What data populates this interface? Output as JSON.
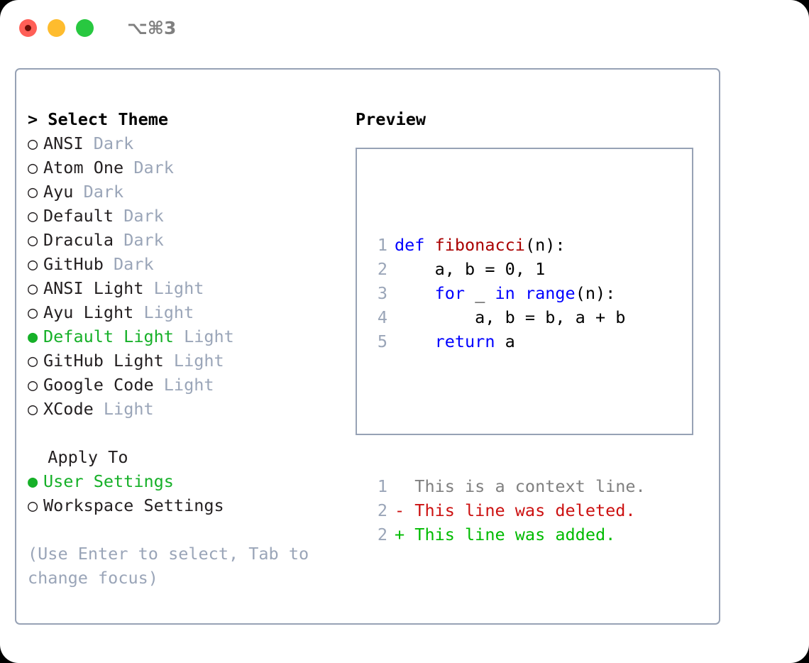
{
  "titlebar": {
    "shortcut": "⌥⌘3",
    "buttons": [
      {
        "name": "close",
        "color": "#ff5f57"
      },
      {
        "name": "minimize",
        "color": "#febc2e"
      },
      {
        "name": "zoom",
        "color": "#28c840"
      }
    ]
  },
  "theme_picker": {
    "header": "> Select Theme",
    "items": [
      {
        "bullet": "○",
        "label": "ANSI",
        "badge": "Dark",
        "selected": false
      },
      {
        "bullet": "○",
        "label": "Atom One",
        "badge": "Dark",
        "selected": false
      },
      {
        "bullet": "○",
        "label": "Ayu",
        "badge": "Dark",
        "selected": false
      },
      {
        "bullet": "○",
        "label": "Default",
        "badge": "Dark",
        "selected": false
      },
      {
        "bullet": "○",
        "label": "Dracula",
        "badge": "Dark",
        "selected": false
      },
      {
        "bullet": "○",
        "label": "GitHub",
        "badge": "Dark",
        "selected": false
      },
      {
        "bullet": "○",
        "label": "ANSI Light",
        "badge": "Light",
        "selected": false
      },
      {
        "bullet": "○",
        "label": "Ayu Light",
        "badge": "Light",
        "selected": false
      },
      {
        "bullet": "●",
        "label": "Default Light",
        "badge": "Light",
        "selected": true
      },
      {
        "bullet": "○",
        "label": "GitHub Light",
        "badge": "Light",
        "selected": false
      },
      {
        "bullet": "○",
        "label": "Google Code",
        "badge": "Light",
        "selected": false
      },
      {
        "bullet": "○",
        "label": "XCode",
        "badge": "Light",
        "selected": false
      }
    ]
  },
  "apply_to": {
    "header": "  Apply To",
    "items": [
      {
        "bullet": "●",
        "label": "User Settings",
        "selected": true
      },
      {
        "bullet": "○",
        "label": "Workspace Settings",
        "selected": false
      }
    ]
  },
  "hint": {
    "line1": "(Use Enter to select, Tab to",
    "line2": "change focus)"
  },
  "preview": {
    "title": "Preview",
    "code_lines": [
      {
        "num": "1",
        "segments": [
          {
            "t": "def ",
            "c": "kw"
          },
          {
            "t": "fibonacci",
            "c": "fn"
          },
          {
            "t": "(n):",
            "c": "txt"
          }
        ]
      },
      {
        "num": "2",
        "segments": [
          {
            "t": "    a, b = 0, 1",
            "c": "txt"
          }
        ]
      },
      {
        "num": "3",
        "segments": [
          {
            "t": "    ",
            "c": "txt"
          },
          {
            "t": "for",
            "c": "kw"
          },
          {
            "t": " _ ",
            "c": "txt"
          },
          {
            "t": "in range",
            "c": "kw"
          },
          {
            "t": "(n):",
            "c": "txt"
          }
        ]
      },
      {
        "num": "4",
        "segments": [
          {
            "t": "        a, b = b, a + b",
            "c": "txt"
          }
        ]
      },
      {
        "num": "5",
        "segments": [
          {
            "t": "    ",
            "c": "txt"
          },
          {
            "t": "return",
            "c": "kw"
          },
          {
            "t": " a",
            "c": "txt"
          }
        ]
      }
    ],
    "diff_lines": [
      {
        "num": "1",
        "marker": "  ",
        "text": "This is a context line.",
        "kind": "ctx"
      },
      {
        "num": "2",
        "marker": "- ",
        "text": "This line was deleted.",
        "kind": "del"
      },
      {
        "num": "2",
        "marker": "+ ",
        "text": "This line was added.",
        "kind": "add"
      }
    ]
  },
  "colors": {
    "accent_green": "#16b028",
    "muted": "#9aa5b8",
    "border": "#97a2b5",
    "keyword_blue": "#0000ff",
    "function_red": "#aa0000",
    "diff_add": "#00bb00",
    "diff_del": "#cc1111"
  }
}
